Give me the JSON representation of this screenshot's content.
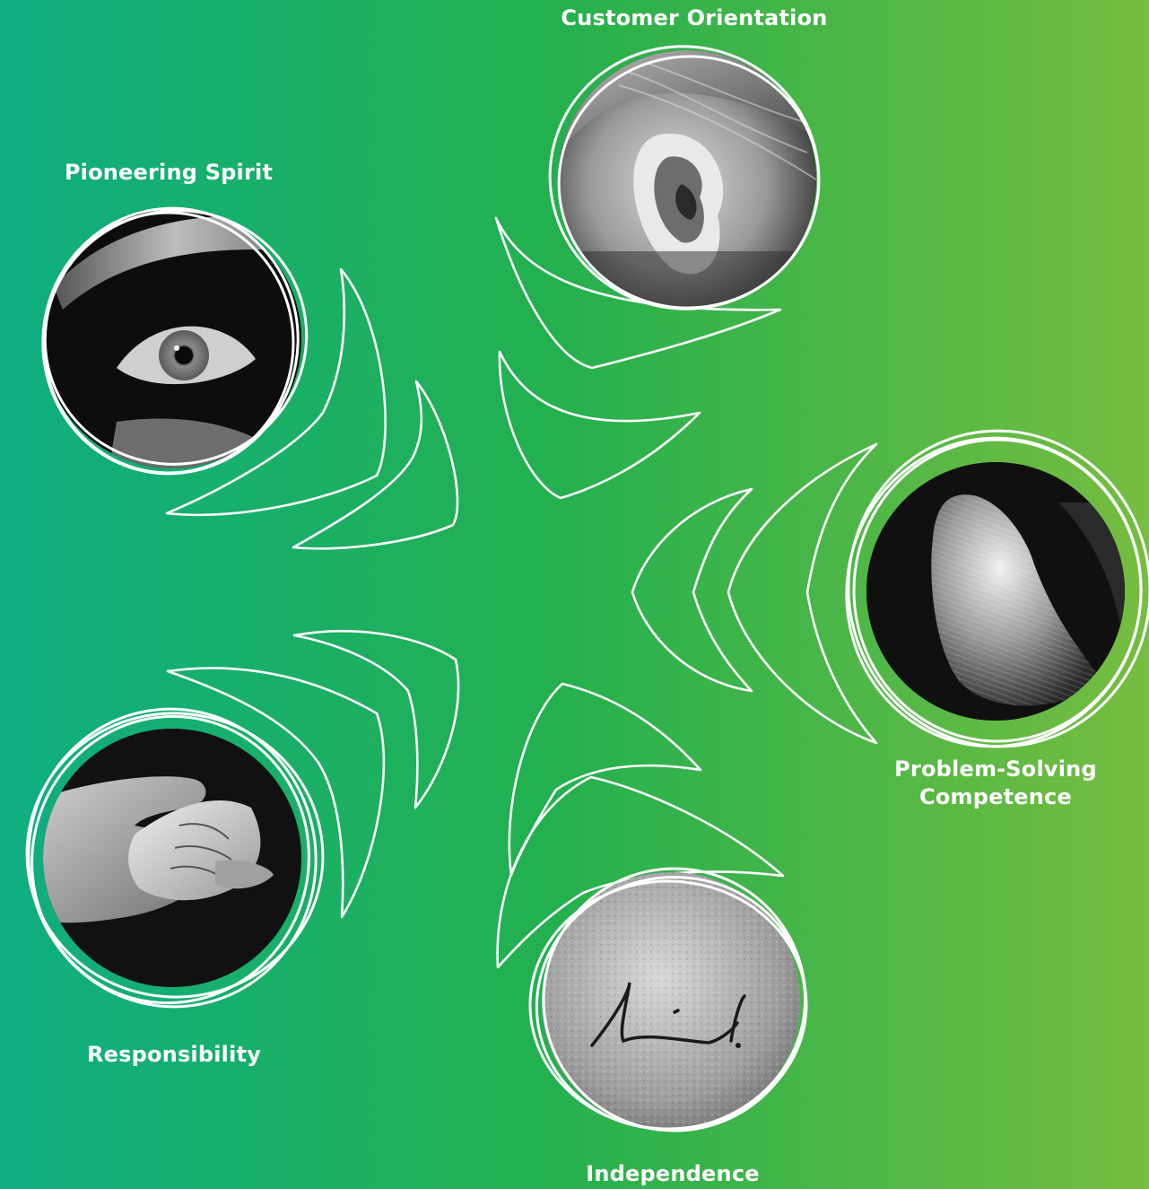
{
  "colors": {
    "gradient_left": "#0fae82",
    "gradient_mid": "#23b04e",
    "gradient_right": "#76bd40",
    "outline": "#ffffff",
    "label": "#ffffff"
  },
  "values": {
    "customer_orientation": {
      "label": "Customer Orientation",
      "image": "ear-photo"
    },
    "pioneering_spirit": {
      "label": "Pioneering Spirit",
      "image": "eye-photo"
    },
    "problem_solving_competence": {
      "label_line1": "Problem-Solving",
      "label_line2": "Competence",
      "image": "fingertip-photo"
    },
    "responsibility": {
      "label": "Responsibility",
      "image": "adult-hand-holding-baby-hand-photo"
    },
    "independence": {
      "label": "Independence",
      "image": "signature-on-paper-photo"
    }
  }
}
